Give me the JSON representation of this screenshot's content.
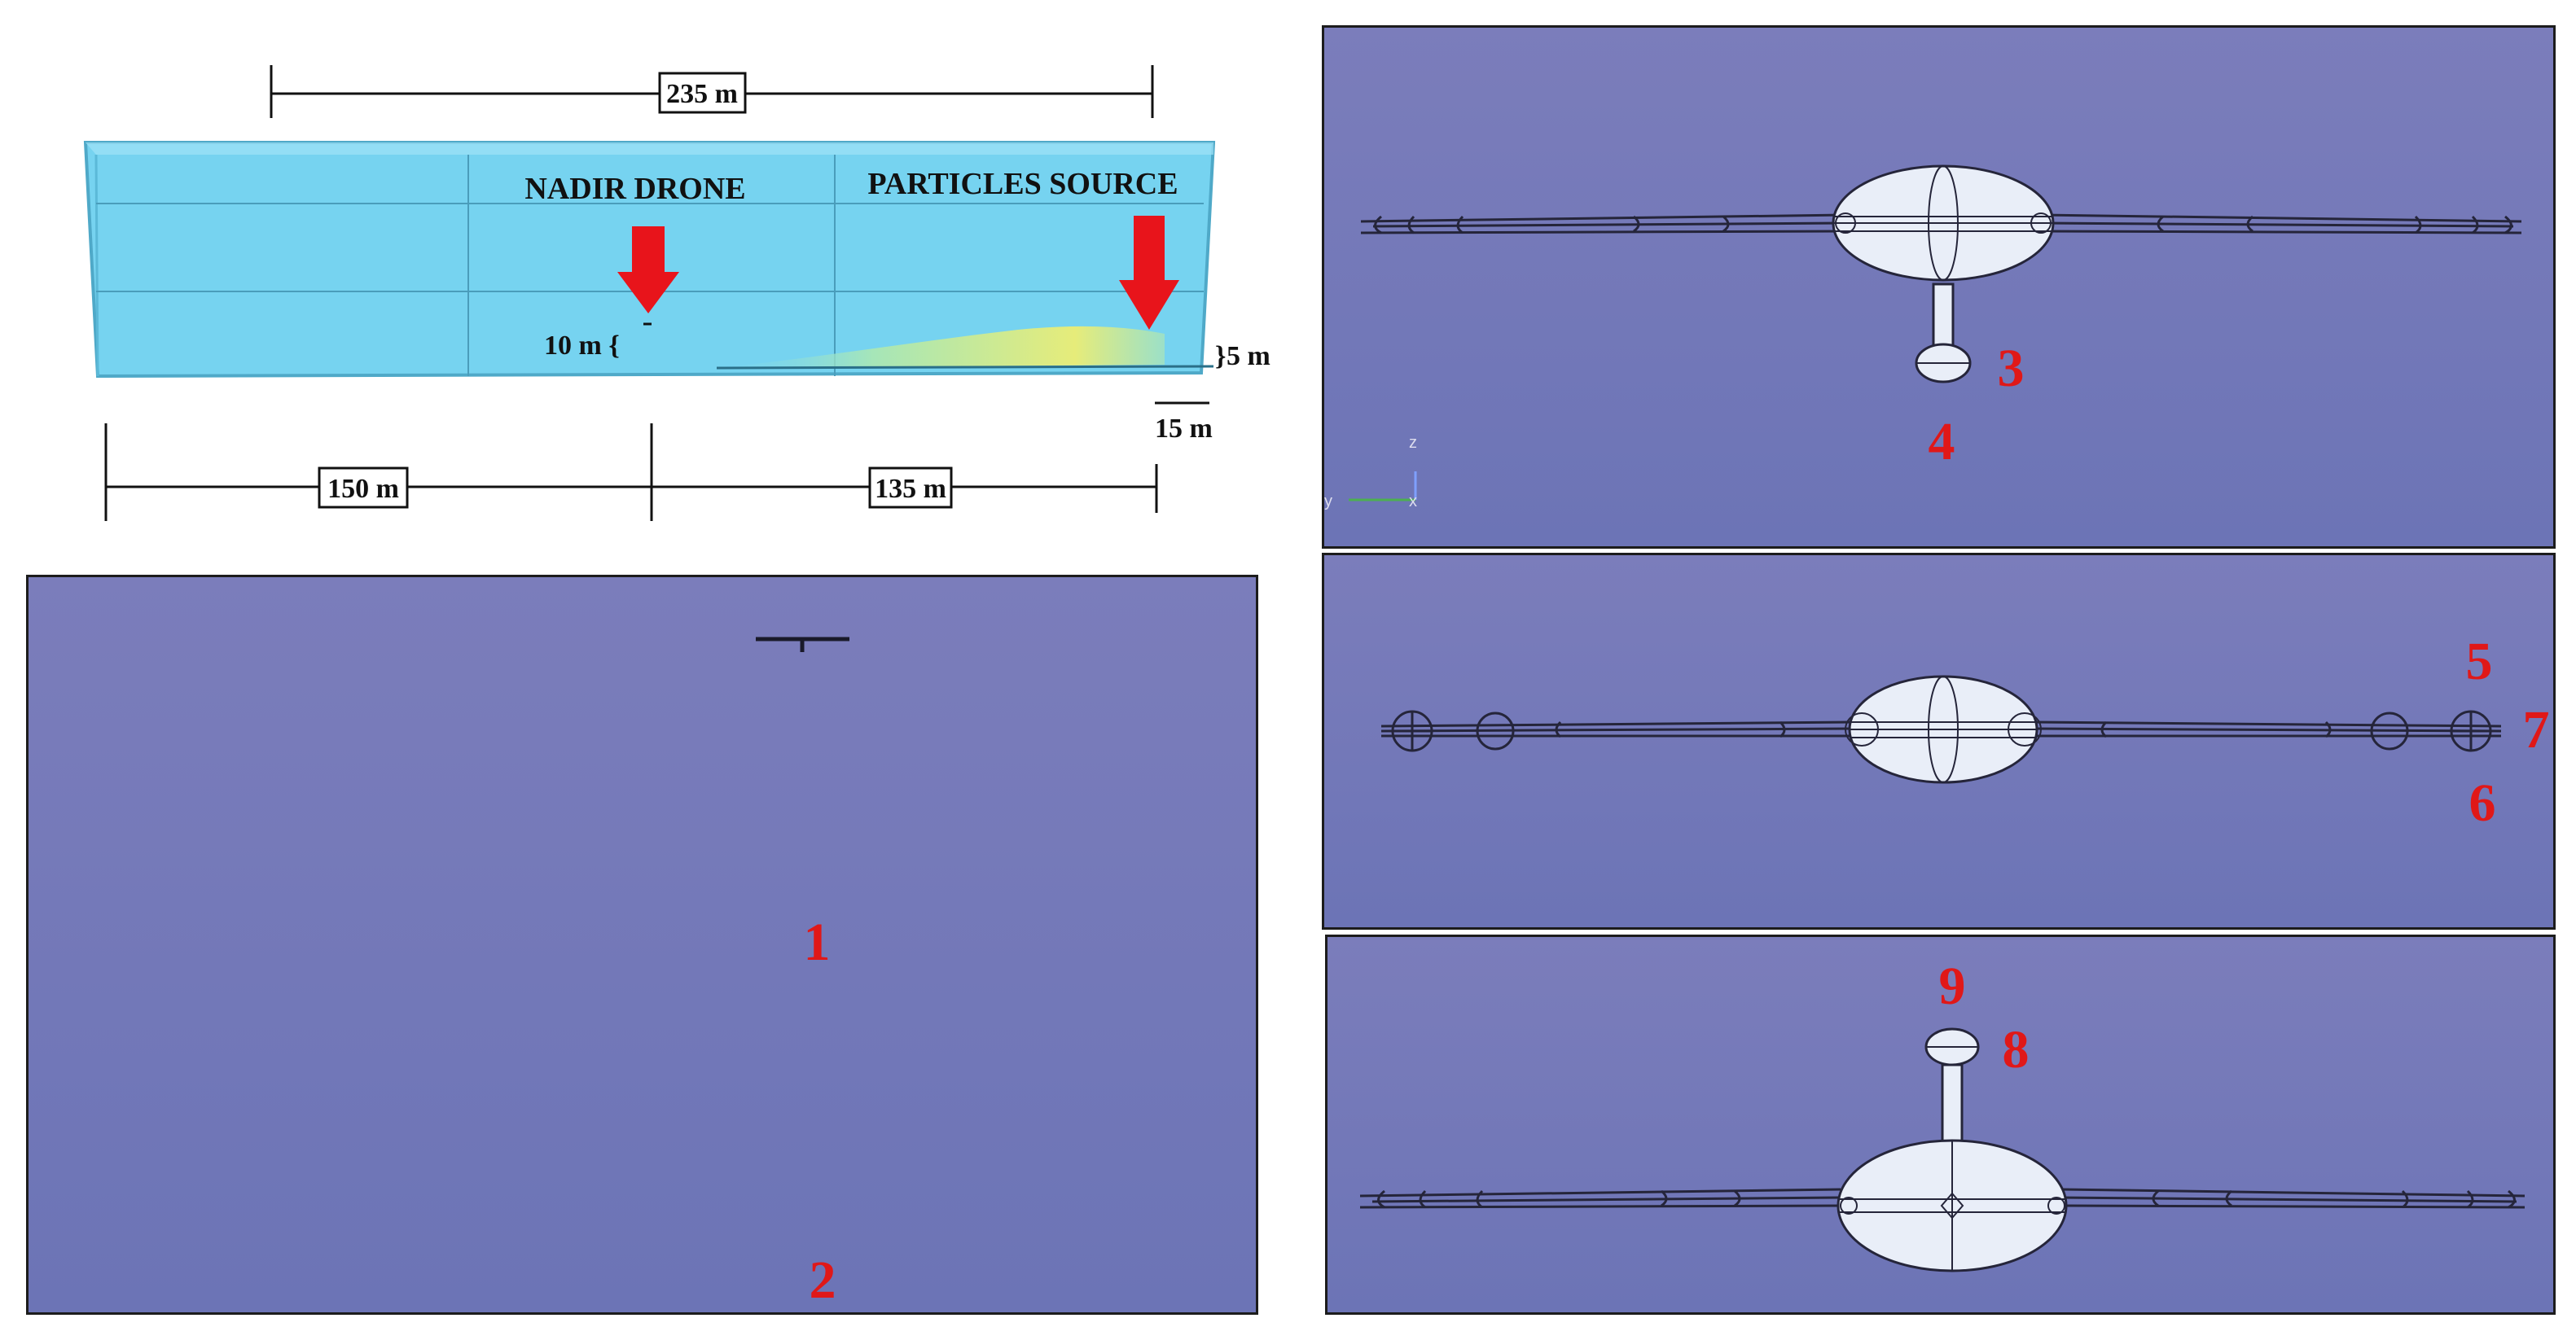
{
  "domain_panel": {
    "dim_top": "235 m",
    "dim_left_bottom": "150 m",
    "dim_mid_bottom": "135 m",
    "dim_right_height": "5 m",
    "dim_right_width": "15 m",
    "height_label": "10 m {",
    "nadir_label": "NADIR DRONE",
    "source_label": "PARTICLES SOURCE"
  },
  "probe_labels": {
    "p1": "1",
    "p2": "2",
    "p3": "3",
    "p4": "4",
    "p5": "5",
    "p6": "6",
    "p7": "7",
    "p8": "8",
    "p9": "9"
  },
  "axis_triad": {
    "z": "z",
    "y": "y",
    "x": "x"
  },
  "colors": {
    "view_background": "#7279b8",
    "marker_red": "#e01818",
    "arrow_red": "#e8141b",
    "domain_cyan": "#76d3f0"
  }
}
